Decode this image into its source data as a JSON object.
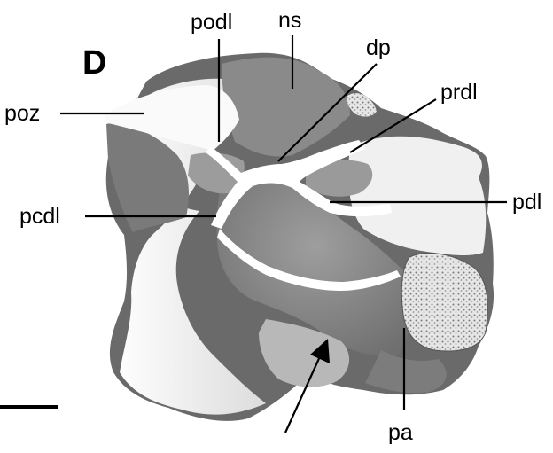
{
  "figure": {
    "panel_letter": "D",
    "labels": {
      "podl": "podl",
      "ns": "ns",
      "dp": "dp",
      "poz": "poz",
      "prdl": "prdl",
      "pdl": "pdl",
      "pcdl": "pcdl",
      "pa": "pa"
    },
    "colors": {
      "bone_light": "#f2f2f2",
      "bone_mid": "#9a9a9a",
      "bone_dark": "#6e6e6e",
      "fossa": "#8c8c8c",
      "lamina": "#ffffff",
      "matrix": "#e2e2e2",
      "ink": "#000000"
    }
  }
}
